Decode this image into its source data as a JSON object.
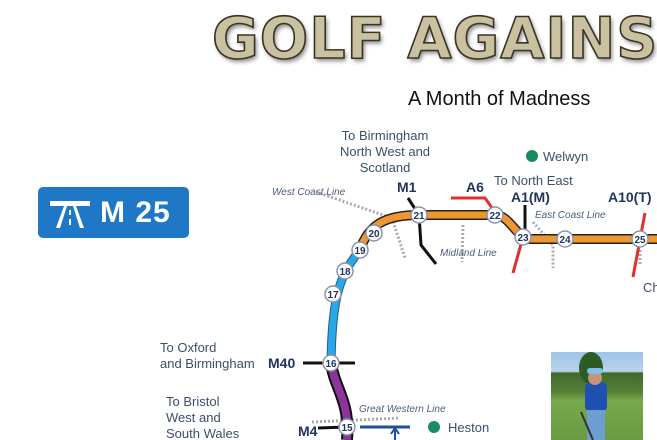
{
  "title": "GOLF AGAINS",
  "subtitle": "A Month of Madness",
  "motorway_sign": {
    "label": "M 25",
    "icon": "motorway-icon"
  },
  "map": {
    "junctions": [
      "15",
      "16",
      "17",
      "18",
      "19",
      "20",
      "21",
      "22",
      "23",
      "24",
      "25"
    ],
    "roads": {
      "m1": "M1",
      "a6": "A6",
      "a1m": "A1(M)",
      "a10t": "A10(T)",
      "m40": "M40",
      "m4": "M4"
    },
    "destinations": {
      "north_west": [
        "To Birmingham",
        "North West and",
        "Scotland"
      ],
      "north_east": "To North East",
      "oxford": [
        "To Oxford",
        "and Birmingham"
      ],
      "bristol": [
        "To Bristol",
        "West and",
        "South Wales"
      ],
      "partial": "Ch"
    },
    "rail_lines": {
      "west_coast": "West Coast Line",
      "east_coast": "East Coast Line",
      "midland": "Midland Line",
      "great_western": "Great Western Line"
    },
    "places": {
      "welwyn": "Welwyn",
      "heston": "Heston"
    },
    "colors": {
      "orange": "#f0962e",
      "blue": "#2aa7e6",
      "purple": "#8a3597",
      "red": "#e0302c",
      "place": "#1b8a5e",
      "sign": "#1f78c6"
    }
  }
}
